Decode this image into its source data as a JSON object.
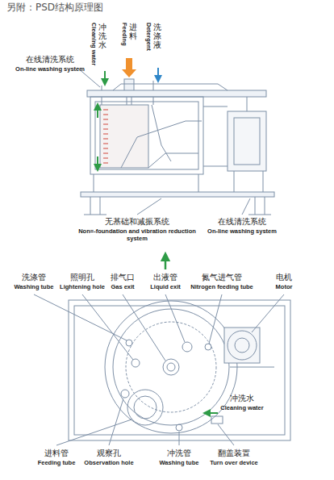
{
  "diagram": {
    "title": "另附：PSD结构原理图",
    "labels": [
      "冲洗水",
      "Cleaning water",
      "进料",
      "Feeding",
      "洗涤液",
      "Detergent",
      "在线清洗系统",
      "On-line washing system",
      "无基础和减振系统",
      "Non=-foundation and vibration reduction system",
      "在线清洗系统",
      "On-line washing system",
      "洗涤管",
      "Washing tube",
      "照明孔",
      "Lightening hole",
      "排气口",
      "Gas exit",
      "出液管",
      "Liquid exit",
      "氮气进气管",
      "Nitrogen feeding tube",
      "电机",
      "Motor",
      "冲洗水",
      "Cleaning water",
      "进料管",
      "Feeding tube",
      "观察孔",
      "Observation hole",
      "冲洗管",
      "Washing tube",
      "翻盖装置",
      "Turn over device"
    ]
  }
}
